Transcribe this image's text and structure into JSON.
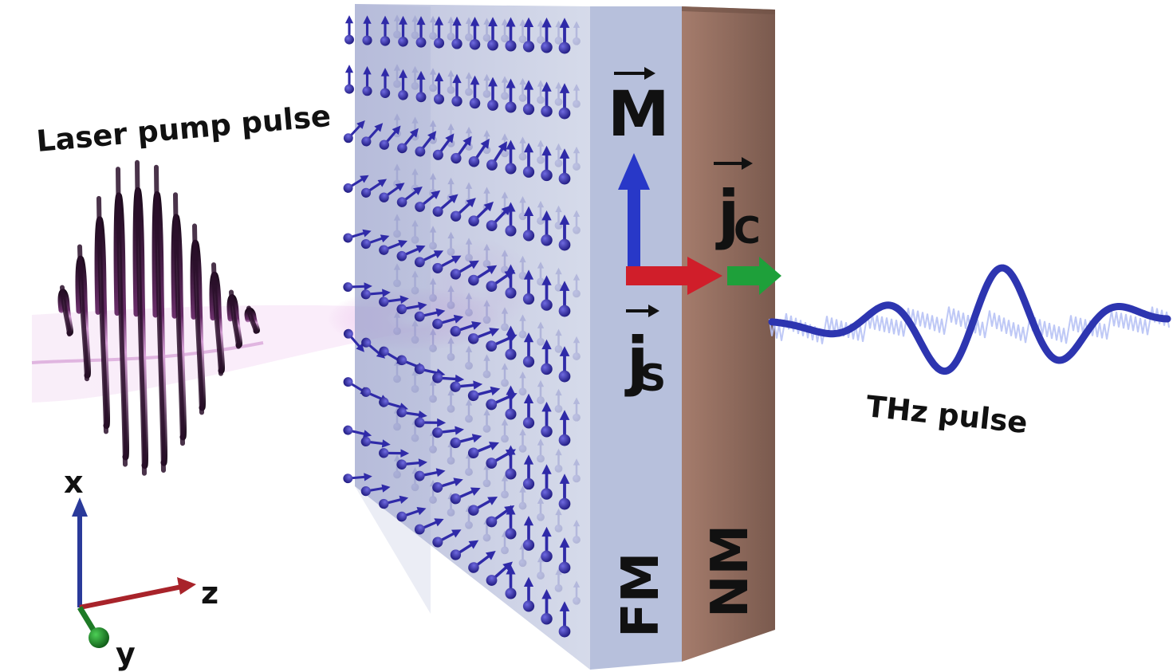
{
  "labels": {
    "laser": "Laser pump pulse",
    "thz": "THz pulse",
    "magnetization": "M",
    "charge_current": "j",
    "charge_current_sub": "C",
    "spin_current": "j",
    "spin_current_sub": "S",
    "fm_layer": "FM",
    "nm_layer": "NM",
    "axis_x": "x",
    "axis_y": "y",
    "axis_z": "z"
  },
  "colors": {
    "fm_layer": "#aab3d2",
    "nm_layer": "#8e6a5c",
    "spin_arrow": "#2f2aa8",
    "laser_pulse": "#2a0f2a",
    "laser_glow": "#e6b8e6",
    "thz_wave": "#2d35b0",
    "thz_glow": "#b7c2f5",
    "vector_m": "#2838c8",
    "vector_js": "#d01e2a",
    "vector_jc": "#1ea03a",
    "axis_x": "#2a3a9a",
    "axis_z": "#a8232a",
    "axis_y": "#1e7a26"
  },
  "icons": [
    "spin-arrow-icon",
    "magnetization-arrow-icon",
    "spin-current-arrow-icon",
    "charge-current-arrow-icon"
  ]
}
